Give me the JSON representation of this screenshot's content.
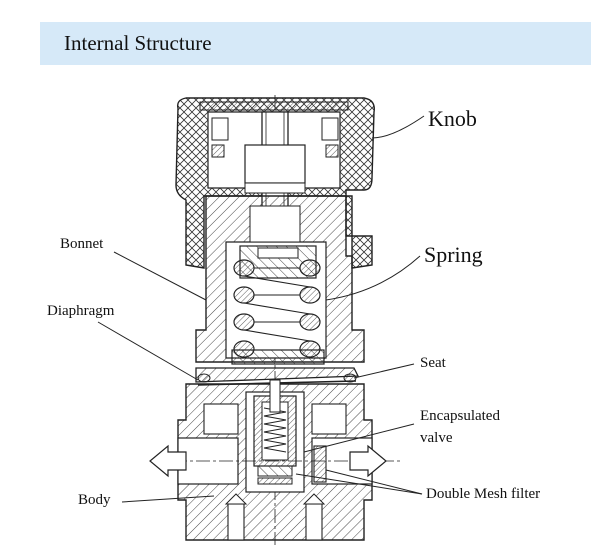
{
  "title": "Internal Structure",
  "labels": {
    "knob": "Knob",
    "spring": "Spring",
    "bonnet": "Bonnet",
    "diaphragm": "Diaphragm",
    "seat": "Seat",
    "encapsulated_line1": "Encapsulated",
    "encapsulated_line2": "valve",
    "body": "Body",
    "filter": "Double Mesh filter"
  },
  "colors": {
    "header_bg": "#d6e9f8",
    "line": "#222222"
  }
}
